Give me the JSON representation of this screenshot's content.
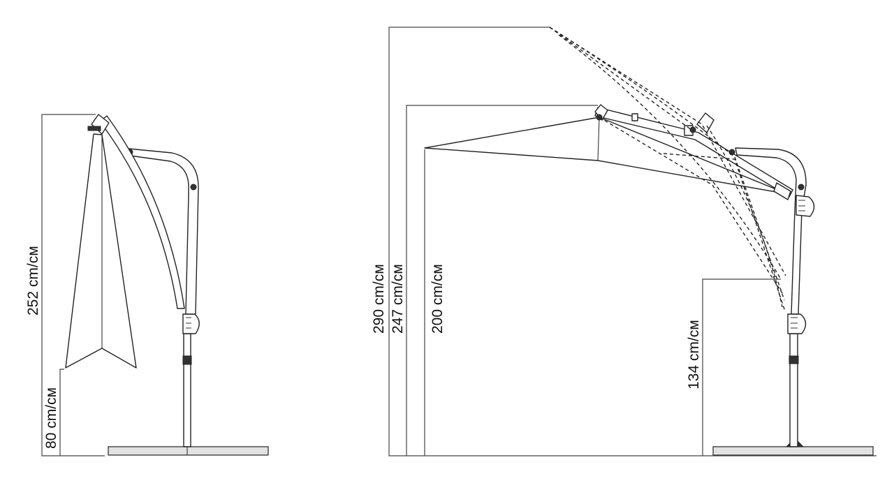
{
  "colors": {
    "line": "#222222",
    "base": "#e2e2e2",
    "background": "#ffffff"
  },
  "closed": {
    "height_total": "252 cm/см",
    "height_hem": "80 cm/см"
  },
  "open": {
    "height_max": "290 cm/см",
    "height_mid": "247 cm/см",
    "height_canopy": "200 cm/см",
    "height_lowest": "134 cm/см"
  }
}
